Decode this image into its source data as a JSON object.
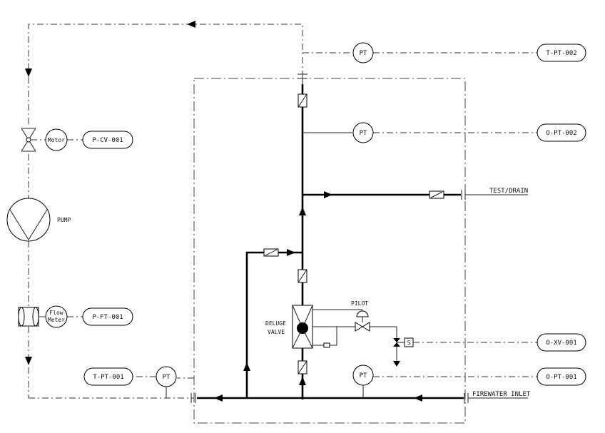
{
  "colors": {
    "line": "#000000",
    "dash": "#333333",
    "background": "#ffffff"
  },
  "instruments": {
    "pt_generic": "PT",
    "motor": "Motor",
    "flow_meter_line1": "Flow",
    "flow_meter_line2": "Meter"
  },
  "tags": {
    "t_pt_002": "T-PT-002",
    "o_pt_002": "O-PT-002",
    "p_cv_001": "P-CV-001",
    "p_ft_001": "P-FT-001",
    "t_pt_001": "T-PT-001",
    "o_xv_001": "O-XV-001",
    "o_pt_001": "O-PT-001"
  },
  "labels": {
    "pump": "PUMP",
    "test_drain": "TEST/DRAIN",
    "deluge_line1": "DELUGE",
    "deluge_line2": "VALVE",
    "pilot": "PILOT",
    "firewater_inlet": "FIREWATER INLET",
    "solenoid": "S"
  }
}
